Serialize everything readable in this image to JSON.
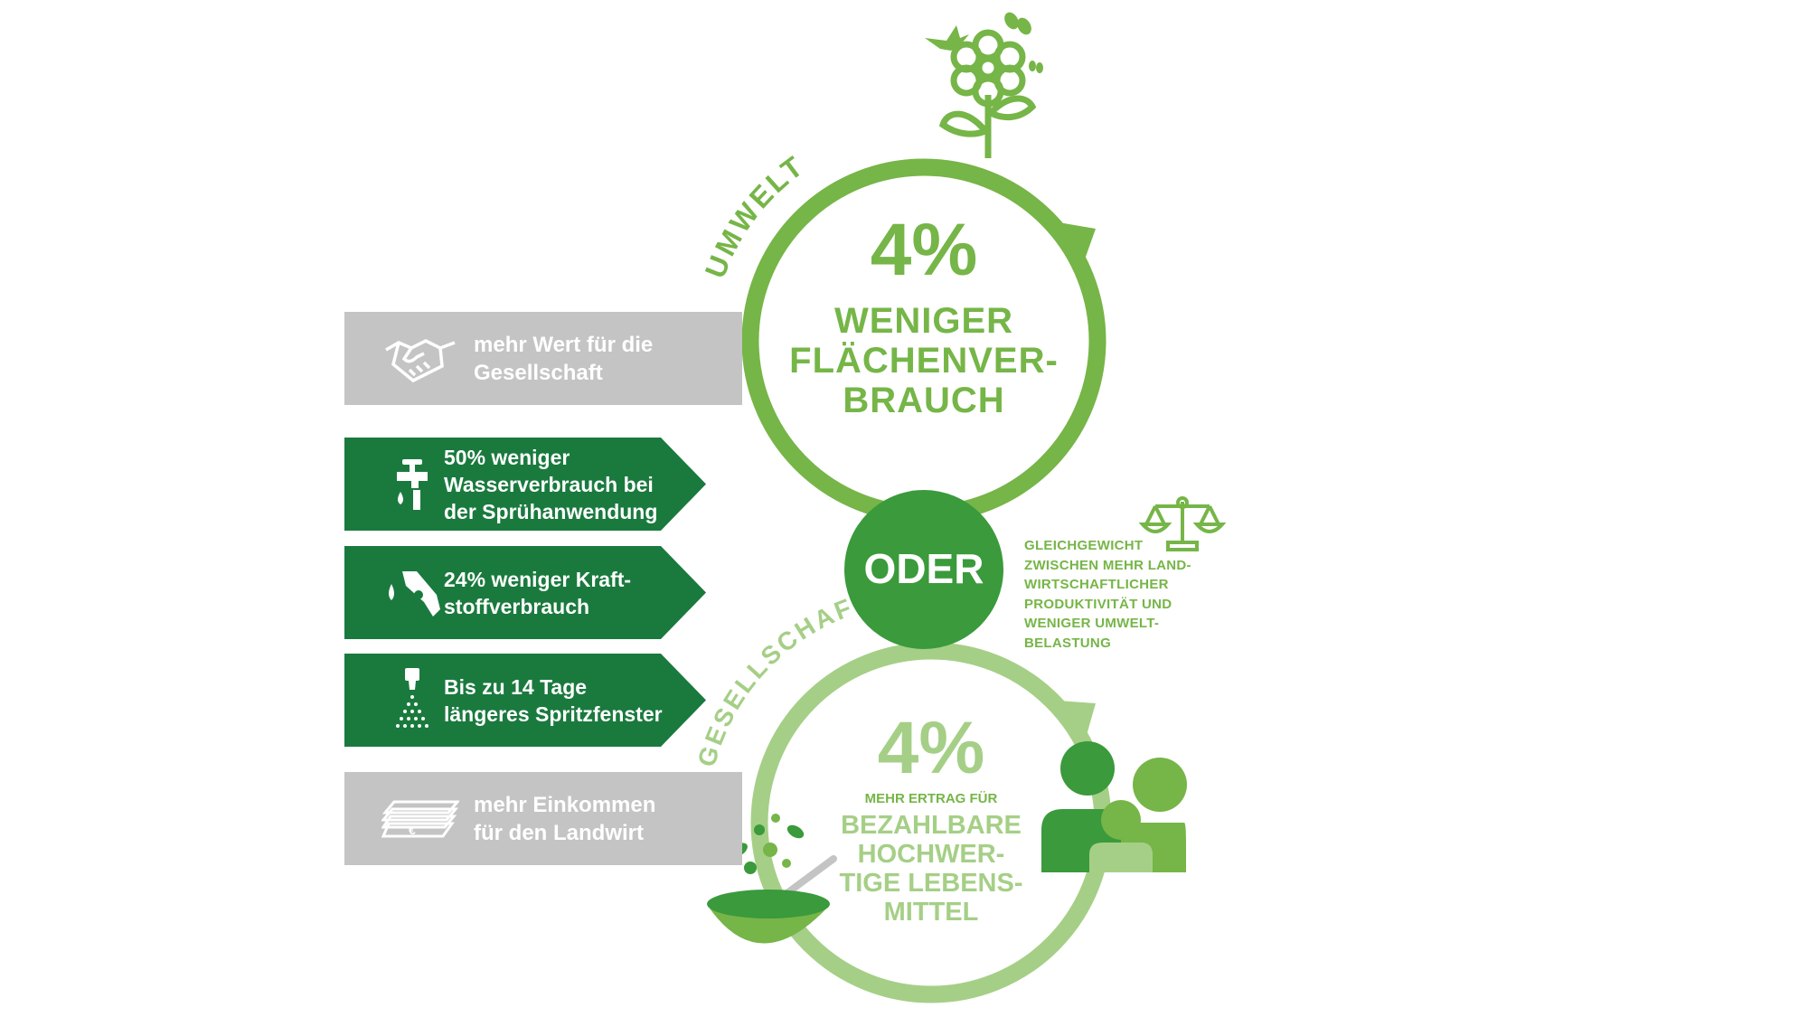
{
  "top_ring": {
    "label": "UMWELT",
    "value": "4%",
    "description": "WENIGER\nFLÄCHENVER-\nBRAUCH"
  },
  "center": {
    "label": "ODER"
  },
  "balance": {
    "text": "GLEICHGEWICHT\nZWISCHEN MEHR LAND-\nWIRTSCHAFTLICHER\nPRODUKTIVITÄT UND\nWENIGER UMWELT-\nBELASTUNG"
  },
  "bottom_ring": {
    "label": "GESELLSCHAFT",
    "value": "4%",
    "subtitle": "MEHR ERTRAG FÜR",
    "description": "BEZAHLBARE\nHOCHWER-\nTIGE LEBENS-\nMITTEL"
  },
  "panels": [
    {
      "text": "mehr Wert für die\nGesellschaft",
      "style": "grey",
      "icon": "handshake-icon"
    },
    {
      "text": "50% weniger\nWasserverbrauch bei\nder Sprühanwendung",
      "style": "green",
      "icon": "faucet-icon"
    },
    {
      "text": "24% weniger Kraft-\nstoffverbrauch",
      "style": "green",
      "icon": "fuel-nozzle-icon"
    },
    {
      "text": "Bis zu 14 Tage\nlängeres Spritzfenster",
      "style": "green",
      "icon": "spray-nozzle-icon"
    },
    {
      "text": "mehr Einkommen\nfür den Landwirt",
      "style": "grey",
      "icon": "money-stack-icon"
    }
  ],
  "colors": {
    "light_green": "#76b547",
    "pale_green": "#a5cf86",
    "dark_green": "#1a7a3e",
    "mid_green": "#3a9a3c",
    "grey": "#c4c4c4"
  }
}
